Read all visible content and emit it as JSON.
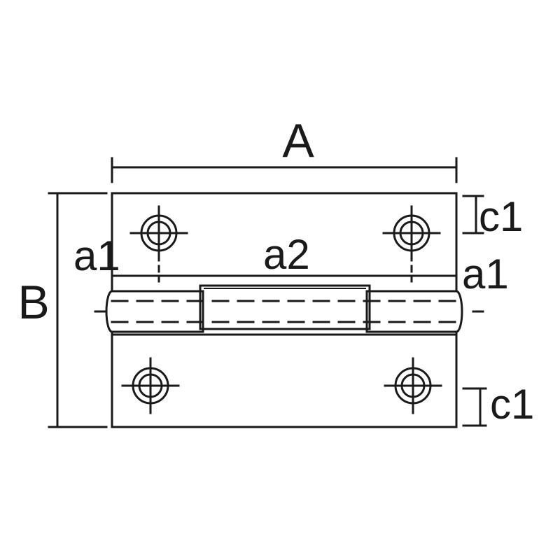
{
  "dimension_labels": {
    "width": "A",
    "height": "B",
    "leaf_margin_left": "a1",
    "leaf_middle": "a2",
    "leaf_margin_right": "a1",
    "hole_offset_top": "c1",
    "hole_offset_bottom": "c1"
  },
  "colors": {
    "ink": "#1a1a1a",
    "background": "#ffffff"
  }
}
